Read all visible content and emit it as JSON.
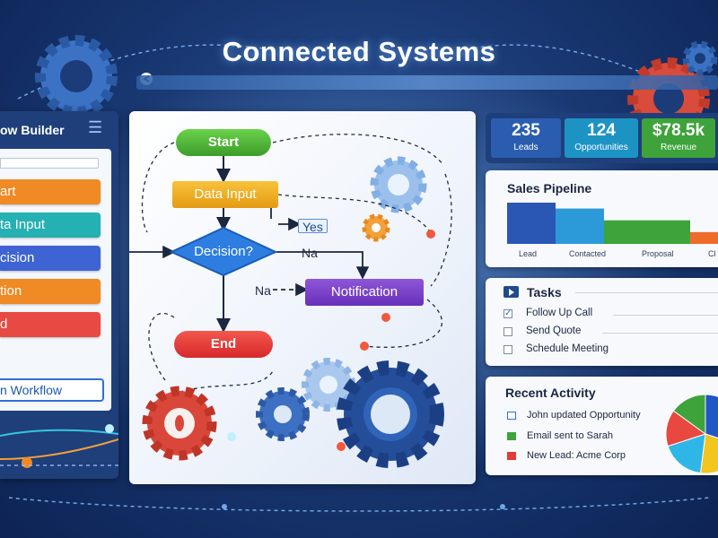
{
  "title": "Connected Systems",
  "builder": {
    "title": "ow Builder",
    "menu_icon": "hamburger-icon",
    "tiles": [
      {
        "label": "art",
        "color": "#f08a24"
      },
      {
        "label": "ta Input",
        "color": "#25b0b4"
      },
      {
        "label": "cision",
        "color": "#3e63d3"
      },
      {
        "label": "tion",
        "color": "#f08a24"
      },
      {
        "label": "d",
        "color": "#e84a43"
      }
    ],
    "run_label": "n Workflow"
  },
  "flow": {
    "start": "Start",
    "data_input": "Data Input",
    "yes": "Yes",
    "decision": "Decision?",
    "no_right": "Na",
    "no_left": "Na",
    "notification": "Notification",
    "end": "End"
  },
  "stats": [
    {
      "value": "235",
      "label": "Leads",
      "color": "#2a5db0"
    },
    {
      "value": "124",
      "label": "Opportunities",
      "color": "#1d93c4"
    },
    {
      "value": "$78.5k",
      "label": "Revenue",
      "color": "#3ea33b"
    }
  ],
  "pipeline": {
    "title": "Sales Pipeline",
    "categories": [
      "Lead",
      "Contacted",
      "Proposal",
      "Cl"
    ]
  },
  "chart_data": {
    "type": "bar",
    "title": "Sales Pipeline",
    "categories": [
      "Lead",
      "Contacted",
      "Proposal",
      "Cl"
    ],
    "values": [
      42,
      36,
      24,
      12
    ],
    "colors": [
      "#2a56b4",
      "#2c9ad8",
      "#3ea33b",
      "#ef6b2a"
    ]
  },
  "tasks": {
    "title": "Tasks",
    "items": [
      {
        "label": "Follow Up Call",
        "checked": true
      },
      {
        "label": "Send Quote",
        "checked": false
      },
      {
        "label": "Schedule Meeting",
        "checked": false
      }
    ]
  },
  "activity": {
    "title": "Recent Activity",
    "items": [
      {
        "label": "John updated Opportunity",
        "icon": "edit-icon",
        "color": "#2e6fd6"
      },
      {
        "label": "Email sent to Sarah",
        "icon": "email-icon",
        "color": "#3ea33b"
      },
      {
        "label": "New Lead: Acme Corp",
        "icon": "lead-icon",
        "color": "#e23a3a"
      }
    ]
  },
  "pie": {
    "values": [
      30,
      22,
      18,
      15,
      15
    ],
    "colors": [
      "#1f57c5",
      "#f3c51f",
      "#2eb6e6",
      "#e8483f",
      "#3ea33b"
    ]
  }
}
